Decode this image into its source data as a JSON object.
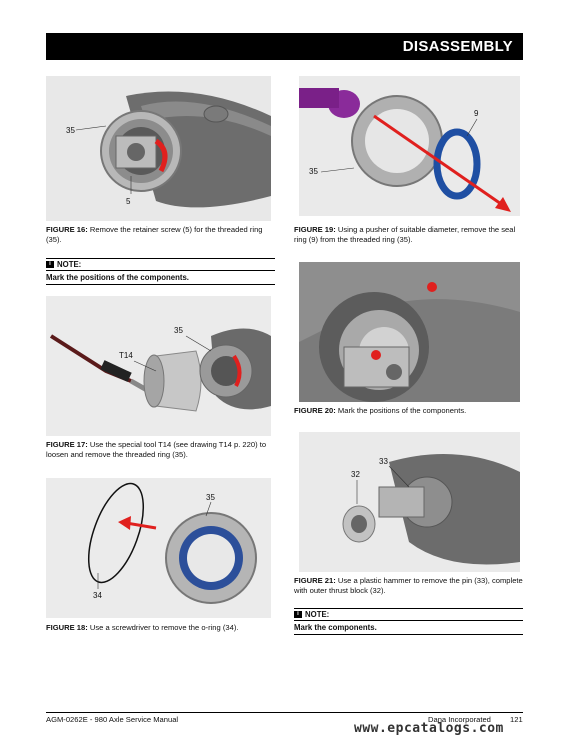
{
  "header": {
    "title": "DISASSEMBLY"
  },
  "figures": [
    {
      "id": "fig16",
      "label": "FIGURE 16:",
      "text": "Remove the retainer screw (5) for the threaded ring (35).",
      "callouts": [
        "35",
        "5"
      ]
    },
    {
      "id": "fig17",
      "label": "FIGURE 17:",
      "text": "Use the special tool T14 (see drawing T14 p. 220) to loosen and remove the threaded ring (35).",
      "callouts": [
        "35",
        "T14"
      ]
    },
    {
      "id": "fig18",
      "label": "FIGURE 18:",
      "text": "Use a screwdriver to remove the o-ring (34).",
      "callouts": [
        "35",
        "34"
      ]
    },
    {
      "id": "fig19",
      "label": "FIGURE 19:",
      "text": "Using a pusher of suitable diameter, remove the seal ring (9) from the threaded ring (35).",
      "callouts": [
        "9",
        "35"
      ]
    },
    {
      "id": "fig20",
      "label": "FIGURE 20:",
      "text": "Mark the positions of the components.",
      "callouts": []
    },
    {
      "id": "fig21",
      "label": "FIGURE 21:",
      "text": "Use a plastic hammer to remove the pin (33), complete with outer thrust block (32).",
      "callouts": [
        "33",
        "32"
      ]
    }
  ],
  "notes": [
    {
      "heading": "NOTE:",
      "body": "Mark the positions of the components."
    },
    {
      "heading": "NOTE:",
      "body": "Mark the components."
    }
  ],
  "footer": {
    "left": "AGM-0262E - 980 Axle Service Manual",
    "right": "Dana Incorporated",
    "page": "121"
  },
  "watermark": "www.epcatalogs.com",
  "colors": {
    "header_bg": "#000000",
    "arrow_red": "#e0201e",
    "o_ring_blue": "#1f4fa3",
    "pusher_purple": "#8a2b9a"
  }
}
